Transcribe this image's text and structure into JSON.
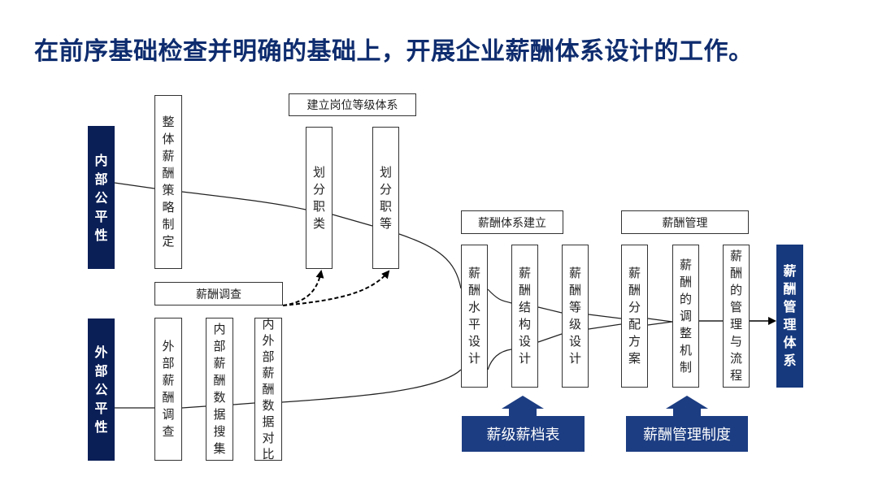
{
  "title": "在前序基础检查并明确的基础上，开展企业薪酬体系设计的工作。",
  "diagram": {
    "inputs": {
      "internal_fairness": "内部公平性",
      "external_fairness": "外部公平性"
    },
    "internal_track": {
      "strategy": "整体薪酬策略制定",
      "job_grade_header": "建立岗位等级体系",
      "job_class": "划分职类",
      "job_grade": "划分职等",
      "survey": "薪酬调查"
    },
    "external_track": {
      "external_survey": "外部薪酬调查",
      "internal_data": "内部薪酬数据搜集",
      "compare": "内外部薪酬数据对比"
    },
    "system_build": {
      "header": "薪酬体系建立",
      "steps": [
        "薪酬水平设计",
        "薪酬结构设计",
        "薪酬等级设计"
      ]
    },
    "management": {
      "header": "薪酬管理",
      "steps": [
        "薪酬分配方案",
        "薪酬的调整机制",
        "薪酬的管理与流程"
      ]
    },
    "output": "薪酬管理体系",
    "deliverables": [
      "薪级薪档表",
      "薪酬管理制度"
    ]
  }
}
